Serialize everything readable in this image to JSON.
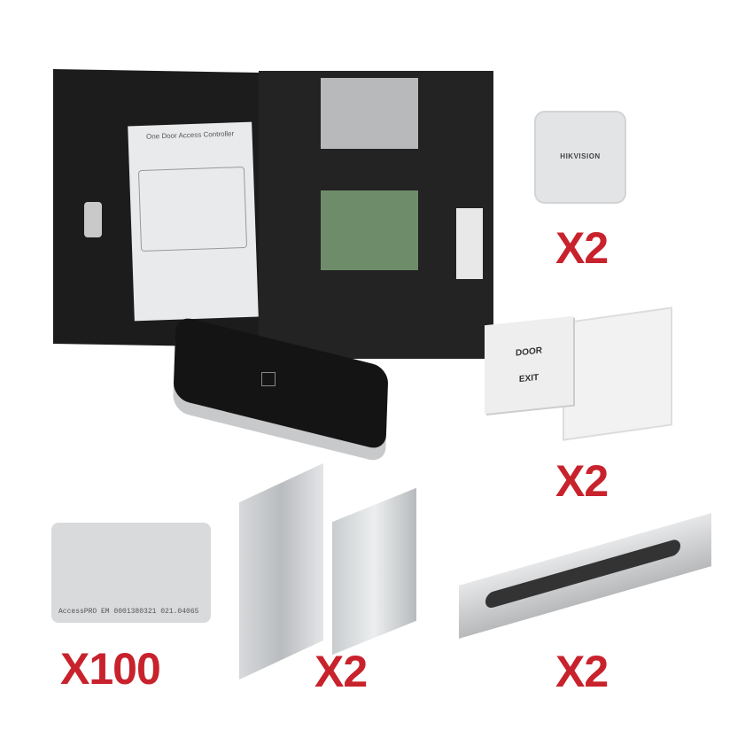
{
  "controller": {
    "manual_title": "One Door Access Controller"
  },
  "reader": {
    "brand": "HIKVISION",
    "quantity": "X2"
  },
  "exit_button": {
    "top_text": "DOOR",
    "bottom_text": "EXIT",
    "quantity": "X2"
  },
  "cards": {
    "print": "AccessPRO EM    0001380321 021.04065",
    "quantity": "X100"
  },
  "brackets": {
    "quantity": "X2"
  },
  "maglock": {
    "quantity": "X2"
  },
  "colors": {
    "quantity_text": "#c8222c",
    "cabinet": "#1c1c1c"
  }
}
